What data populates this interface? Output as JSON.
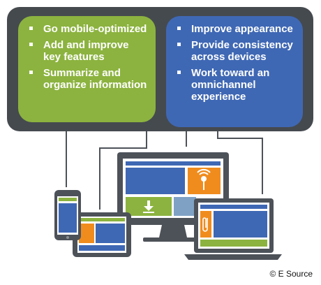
{
  "left_box": {
    "color": "#8cb33f",
    "items": [
      "Go mobile-optimized",
      "Add and improve key features",
      "Summarize and organize information"
    ]
  },
  "right_box": {
    "color": "#3f68b4",
    "items": [
      "Improve appearance",
      "Provide consistency across devices",
      "Work toward an omnichannel experience"
    ]
  },
  "panel_color": "#454a4f",
  "device_colors": {
    "frame": "#4d5259",
    "screen_blue": "#3f68b4",
    "green": "#8cb33f",
    "orange": "#f08c1e",
    "light_blue": "#7fa1c4"
  },
  "copyright": "© E Source"
}
